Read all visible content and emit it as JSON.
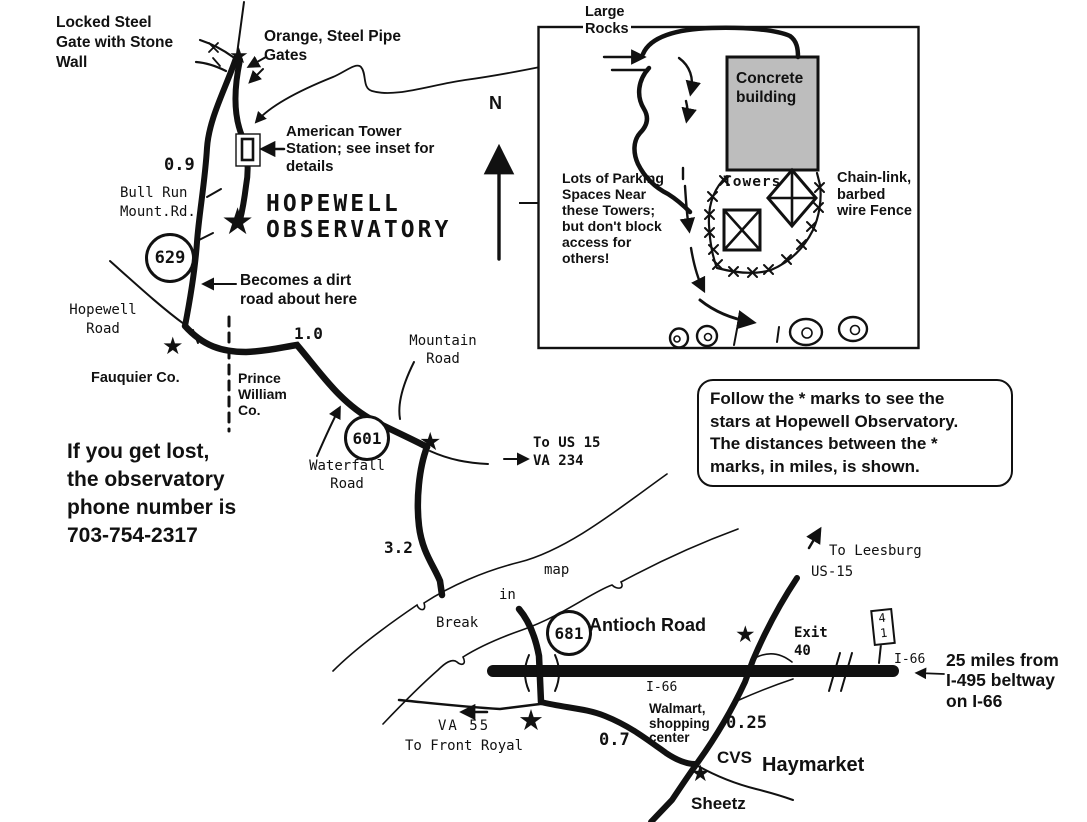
{
  "symbols": {
    "star": "★"
  },
  "colors": {
    "ink": "#111111",
    "building_fill": "#bdbdbd"
  },
  "main_map": {
    "locked_gate": "Locked Steel\nGate with Stone\nWall",
    "orange_gates": "Orange, Steel Pipe\nGates",
    "tower_station": "American Tower\nStation; see inset for\ndetails",
    "observatory": "HOPEWELL\nOBSERVATORY",
    "dist_0_9": "0.9",
    "bull_run": "Bull Run\nMount.Rd.",
    "route_629": "629",
    "dirt_road": "Becomes a dirt\nroad about here",
    "hopewell_road": "Hopewell\nRoad",
    "fauquier": "Fauquier Co.",
    "prince_william": "Prince\nWilliam\nCo.",
    "dist_1_0": "1.0",
    "mountain_road": "Mountain\nRoad",
    "route_601": "601",
    "waterfall_road": "Waterfall\nRoad",
    "to_us15": "To US 15\nVA 234",
    "dist_3_2": "3.2",
    "break_word_map": "map",
    "break_word_in": "in",
    "break_word_break": "Break",
    "route_681": "681",
    "antioch_road": "Antioch Road",
    "north": "N",
    "if_lost": "If you get lost,\nthe observatory\nphone number is\n703-754-2317",
    "callout": "Follow the * marks to see the\nstars at Hopewell Observatory.\nThe distances between the *\nmarks, in miles, is shown.",
    "to_leesburg": "To Leesburg",
    "us_15": "US-15",
    "exit_40": "Exit\n40",
    "marker_41": "4\n1",
    "i66_right": "I-66",
    "i66_center": "I-66",
    "beltway": "25 miles from\nI-495 beltway\non I-66",
    "va_55": "VA 55",
    "front_royal": "To Front Royal",
    "dist_0_7": "0.7",
    "dist_0_25": "0.25",
    "walmart": "Walmart,\nshopping\ncenter",
    "cvs": "CVS",
    "haymarket": "Haymarket",
    "sheetz": "Sheetz"
  },
  "inset": {
    "large_rocks": "Large\nRocks",
    "concrete_building": "Concrete\nbuilding",
    "parking": "Lots of Parking\nSpaces Near\nthese Towers;\nbut don't block\naccess for\nothers!",
    "towers": "Towers",
    "fence": "Chain-link,\nbarbed\nwire Fence"
  }
}
